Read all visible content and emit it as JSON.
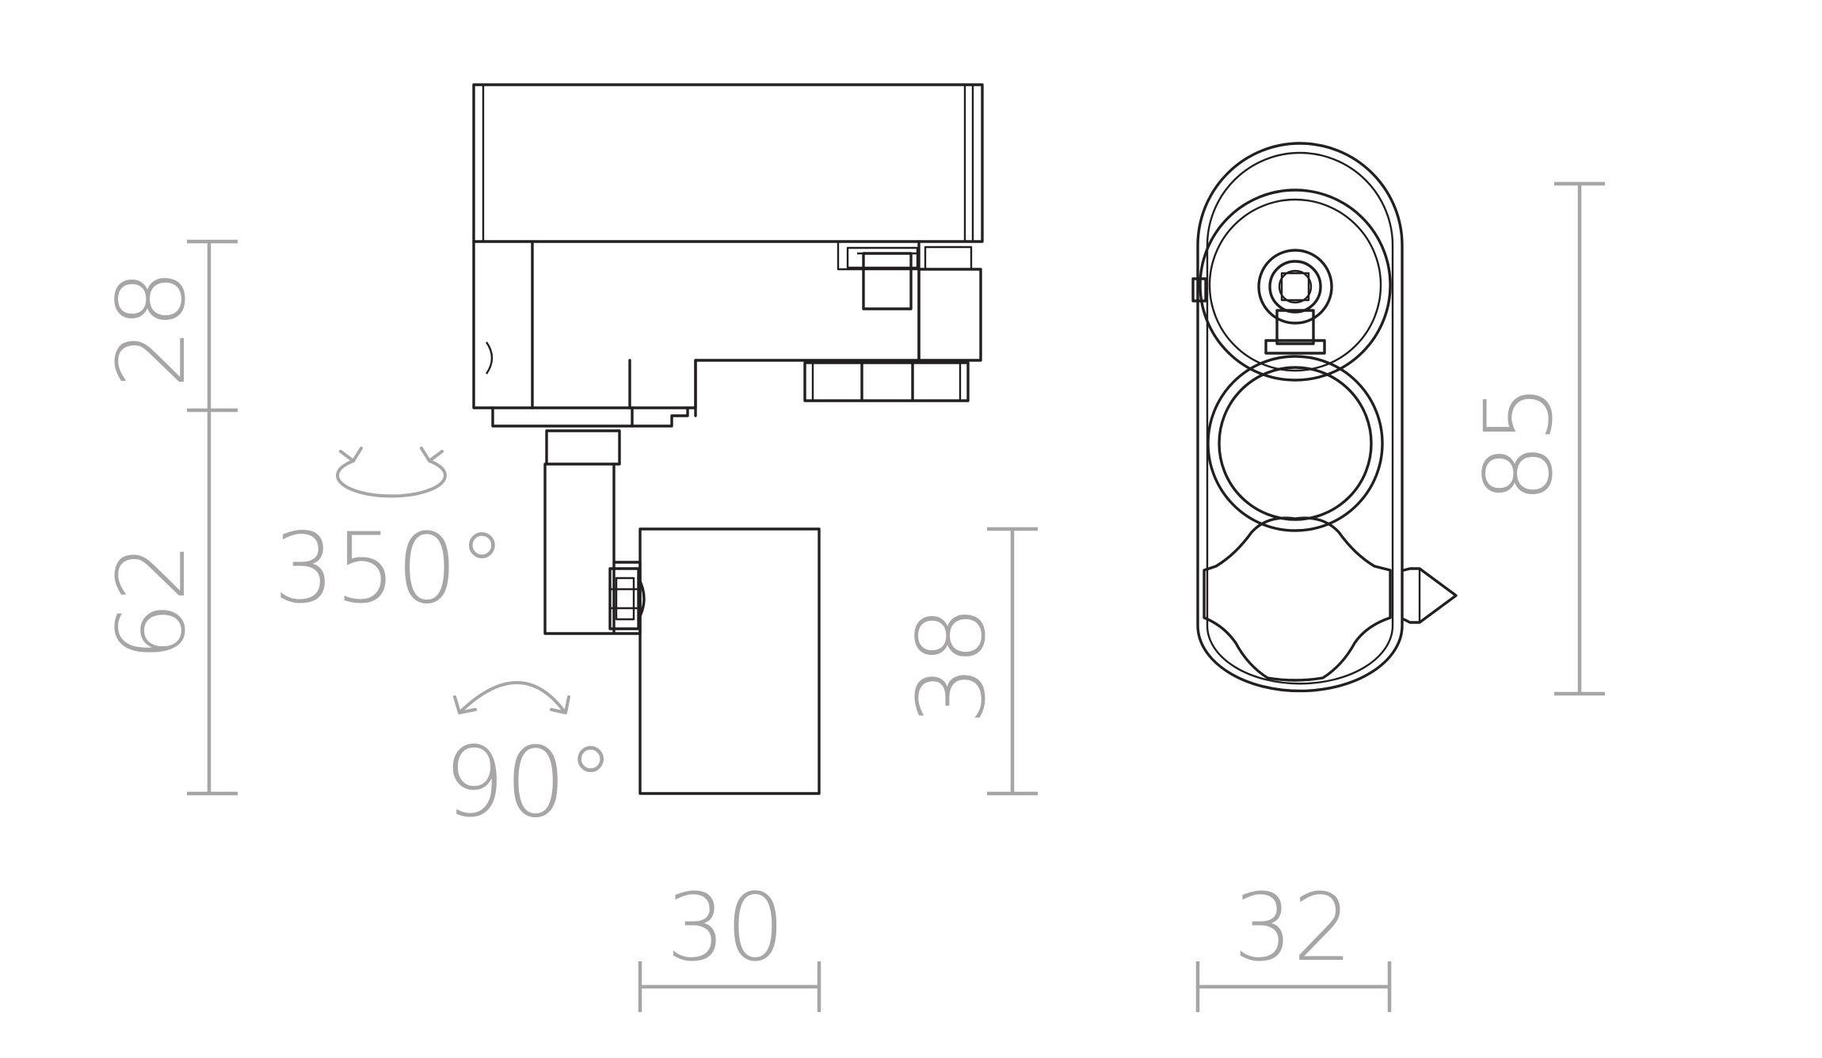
{
  "colors": {
    "line": "#231f20",
    "dimension": "#a7a5a6",
    "background": "#ffffff"
  },
  "dimensions": {
    "upper_height": "28",
    "lower_height": "62",
    "total_height": "85",
    "head_height": "38",
    "head_width": "30",
    "front_width": "32"
  },
  "rotations": {
    "horizontal": "350°",
    "vertical": "90°"
  }
}
